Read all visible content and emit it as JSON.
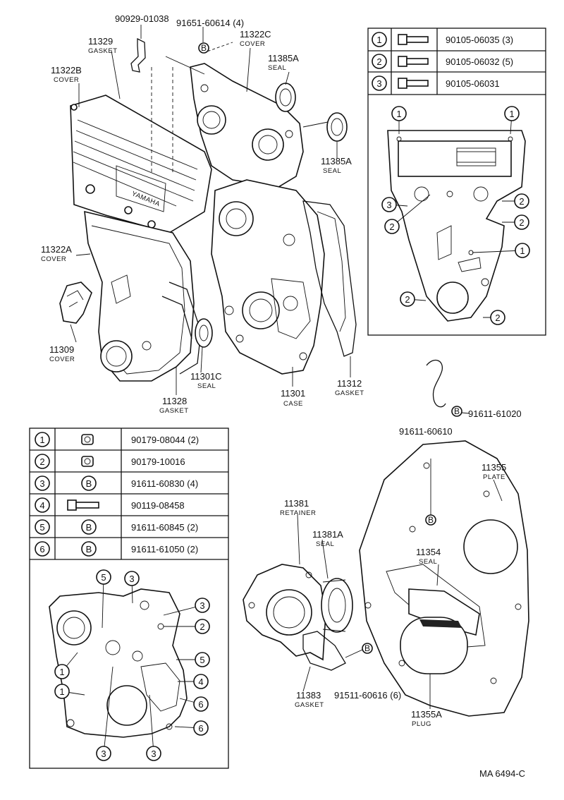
{
  "labels": {
    "p90929": {
      "num": "90929-01038"
    },
    "p91651": {
      "num": "91651-60614 (4)"
    },
    "p11329": {
      "num": "11329",
      "sub": "GASKET"
    },
    "p11322C": {
      "num": "11322C",
      "sub": "COVER"
    },
    "p11385A_top": {
      "num": "11385A",
      "sub": "SEAL"
    },
    "p11322B": {
      "num": "11322B",
      "sub": "COVER"
    },
    "p11385A_mid": {
      "num": "11385A",
      "sub": "SEAL"
    },
    "p11322A": {
      "num": "11322A",
      "sub": "COVER"
    },
    "p11309": {
      "num": "11309",
      "sub": "COVER"
    },
    "p11301C": {
      "num": "11301C",
      "sub": "SEAL"
    },
    "p11328": {
      "num": "11328",
      "sub": "GASKET"
    },
    "p11301": {
      "num": "11301",
      "sub": "CASE"
    },
    "p11312": {
      "num": "11312",
      "sub": "GASKET"
    },
    "p91611_61020": {
      "num": "91611-61020"
    },
    "p91611_60610": {
      "num": "91611-60610"
    },
    "p11355": {
      "num": "11355",
      "sub": "PLATE"
    },
    "p11381": {
      "num": "11381",
      "sub": "RETAINER"
    },
    "p11381A": {
      "num": "11381A",
      "sub": "SEAL"
    },
    "p11354": {
      "num": "11354",
      "sub": "SEAL"
    },
    "p11383": {
      "num": "11383",
      "sub": "GASKET"
    },
    "p91511": {
      "num": "91511-60616 (6)"
    },
    "p11355A": {
      "num": "11355A",
      "sub": "PLUG"
    }
  },
  "embossed_text": "YAMAHA",
  "bolt_table_top": {
    "rows": [
      {
        "index": "1",
        "part": "90105-06035 (3)"
      },
      {
        "index": "2",
        "part": "90105-06032 (5)"
      },
      {
        "index": "3",
        "part": "90105-06031"
      }
    ]
  },
  "fastener_table": {
    "rows": [
      {
        "index": "1",
        "part": "90179-08044 (2)"
      },
      {
        "index": "2",
        "part": "90179-10016"
      },
      {
        "index": "3",
        "part": "91611-60830 (4)"
      },
      {
        "index": "4",
        "part": "90119-08458"
      },
      {
        "index": "5",
        "part": "91611-60845 (2)"
      },
      {
        "index": "6",
        "part": "91611-61050 (2)"
      }
    ]
  },
  "b_marker": "B",
  "callouts_top": [
    "1",
    "1",
    "3",
    "2",
    "2",
    "2",
    "1",
    "2",
    "2"
  ],
  "callouts_bottom": [
    "5",
    "3",
    "3",
    "2",
    "1",
    "1",
    "5",
    "4",
    "6",
    "3",
    "3",
    "6"
  ],
  "figure_code": "MA 6494-C"
}
